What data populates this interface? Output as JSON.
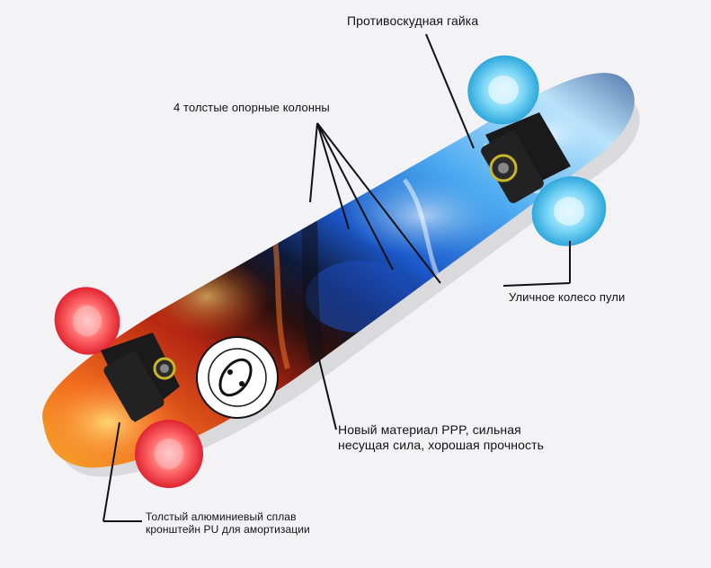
{
  "callouts": {
    "locknut": "Противоскудная гайка",
    "columns": "4 толстые опорные колонны",
    "wheel": "Уличное колесо пули",
    "material_line1": "Новый материал PPP, сильная",
    "material_line2": "несущая сила, хорошая прочность",
    "alu_line1": "Толстый алюминиевый сплав",
    "alu_line2": "кронштейн PU для амортизации"
  },
  "colors": {
    "background": "#f3f3f5",
    "fire": "#e8471c",
    "ice": "#2f8fe0",
    "wheel_front": "#4fc3f0",
    "wheel_rear": "#f0404a",
    "truck": "#1a1a1a"
  }
}
